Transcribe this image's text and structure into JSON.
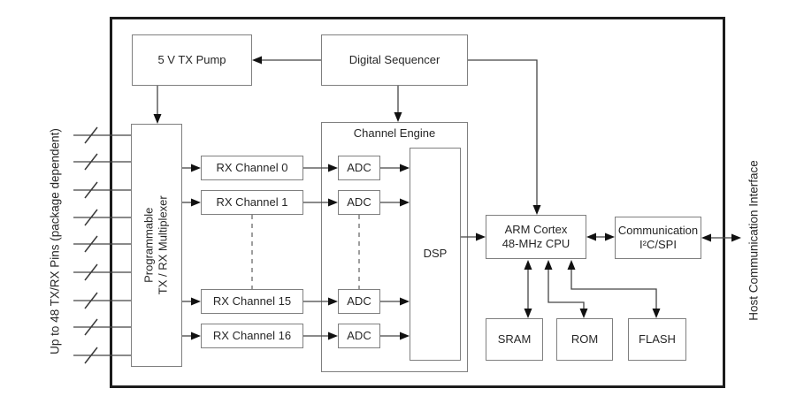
{
  "diagram": {
    "left_label": "Up to 48 TX/RX Pins (package dependent)",
    "right_label": "Host Communication Interface",
    "blocks": {
      "tx_pump": {
        "label": "5 V TX Pump"
      },
      "digital_sequencer": {
        "label": "Digital Sequencer"
      },
      "multiplexer": {
        "line1": "Programmable",
        "line2": "TX / RX Multiplexer"
      },
      "channel_engine": {
        "label": "Channel Engine"
      },
      "rx_channels": [
        {
          "label": "RX Channel 0"
        },
        {
          "label": "RX Channel 1"
        },
        {
          "label": "RX Channel 15"
        },
        {
          "label": "RX Channel 16"
        }
      ],
      "adc": {
        "label": "ADC"
      },
      "dsp": {
        "label": "DSP"
      },
      "cpu": {
        "line1": "ARM Cortex",
        "line2": "48-MHz CPU"
      },
      "communication": {
        "line1": "Communication",
        "line2": "I²C/SPI"
      },
      "sram": {
        "label": "SRAM"
      },
      "rom": {
        "label": "ROM"
      },
      "flash": {
        "label": "FLASH"
      }
    },
    "colors": {
      "chip_border": "#1c1c1c",
      "box_border": "#7f7f7f",
      "text": "#262626",
      "wire": "#454545",
      "arrowhead": "#111111",
      "background": "#ffffff"
    }
  }
}
